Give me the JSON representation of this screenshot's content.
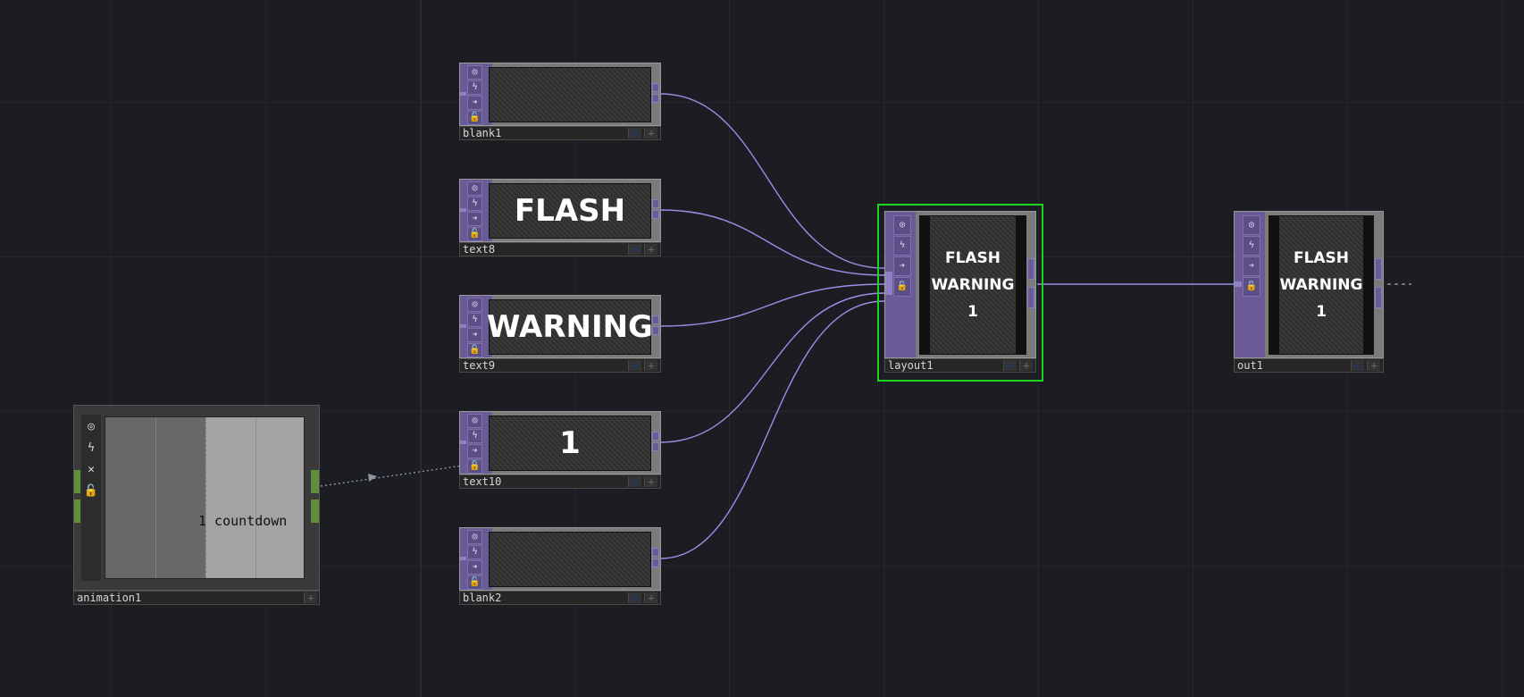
{
  "canvas": {
    "grid_color": "#26272e",
    "background": "#1c1d22",
    "wire_color": "#9b8ee8",
    "selection_color": "#1fd41f"
  },
  "flag_icons": [
    "viewer-icon",
    "bypass-icon",
    "arrow-icon",
    "lock-icon"
  ],
  "nodes": {
    "blank1": {
      "name": "blank1"
    },
    "text8": {
      "name": "text8",
      "content": "FLASH"
    },
    "text9": {
      "name": "text9",
      "content": "WARNING"
    },
    "text10": {
      "name": "text10",
      "content": "1"
    },
    "blank2": {
      "name": "blank2"
    },
    "animation1": {
      "name": "animation1",
      "channel_label": "1 countdown"
    },
    "layout1": {
      "name": "layout1",
      "lines": [
        "FLASH",
        "WARNING",
        "1"
      ]
    },
    "out1": {
      "name": "out1",
      "lines": [
        "FLASH",
        "WARNING",
        "1"
      ]
    }
  }
}
